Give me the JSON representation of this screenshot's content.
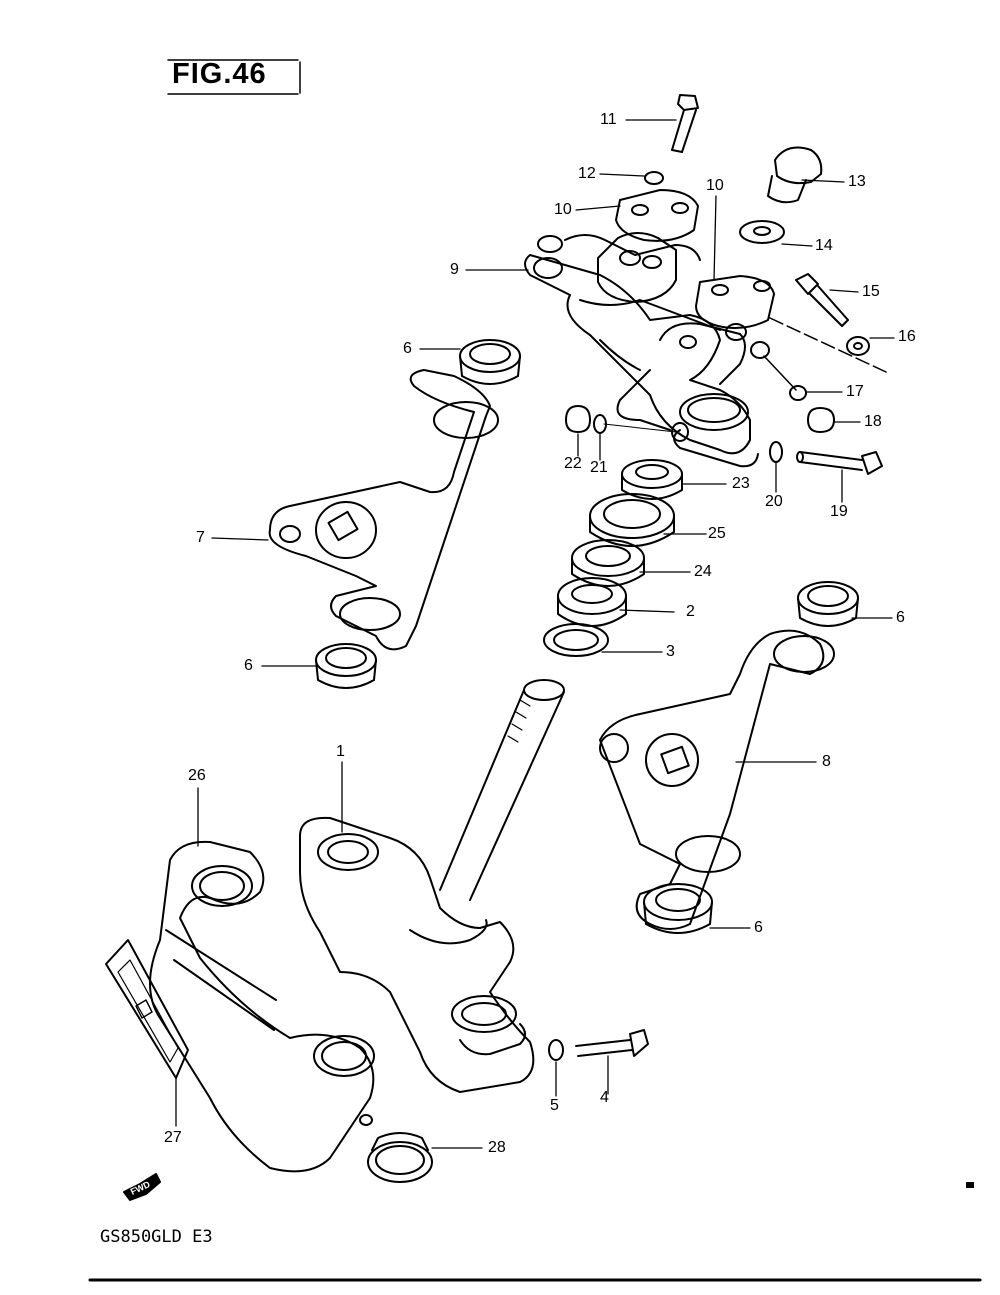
{
  "figure": {
    "title": "FIG.46",
    "model": "GS850GLD  E3",
    "direction_label": "FWD"
  },
  "parts": [
    {
      "id": "callout-1",
      "label": "1"
    },
    {
      "id": "callout-2",
      "label": "2"
    },
    {
      "id": "callout-3",
      "label": "3"
    },
    {
      "id": "callout-4",
      "label": "4"
    },
    {
      "id": "callout-5",
      "label": "5"
    },
    {
      "id": "callout-6a",
      "label": "6"
    },
    {
      "id": "callout-6b",
      "label": "6"
    },
    {
      "id": "callout-6c",
      "label": "6"
    },
    {
      "id": "callout-6d",
      "label": "6"
    },
    {
      "id": "callout-7",
      "label": "7"
    },
    {
      "id": "callout-8",
      "label": "8"
    },
    {
      "id": "callout-9",
      "label": "9"
    },
    {
      "id": "callout-10a",
      "label": "10"
    },
    {
      "id": "callout-10b",
      "label": "10"
    },
    {
      "id": "callout-11",
      "label": "11"
    },
    {
      "id": "callout-12",
      "label": "12"
    },
    {
      "id": "callout-13",
      "label": "13"
    },
    {
      "id": "callout-14",
      "label": "14"
    },
    {
      "id": "callout-15",
      "label": "15"
    },
    {
      "id": "callout-16",
      "label": "16"
    },
    {
      "id": "callout-17",
      "label": "17"
    },
    {
      "id": "callout-18",
      "label": "18"
    },
    {
      "id": "callout-19",
      "label": "19"
    },
    {
      "id": "callout-20",
      "label": "20"
    },
    {
      "id": "callout-21",
      "label": "21"
    },
    {
      "id": "callout-22",
      "label": "22"
    },
    {
      "id": "callout-23",
      "label": "23"
    },
    {
      "id": "callout-24",
      "label": "24"
    },
    {
      "id": "callout-25",
      "label": "25"
    },
    {
      "id": "callout-26",
      "label": "26"
    },
    {
      "id": "callout-27",
      "label": "27"
    },
    {
      "id": "callout-28",
      "label": "28"
    }
  ],
  "colors": {
    "ink": "#000000",
    "paper": "#ffffff"
  }
}
